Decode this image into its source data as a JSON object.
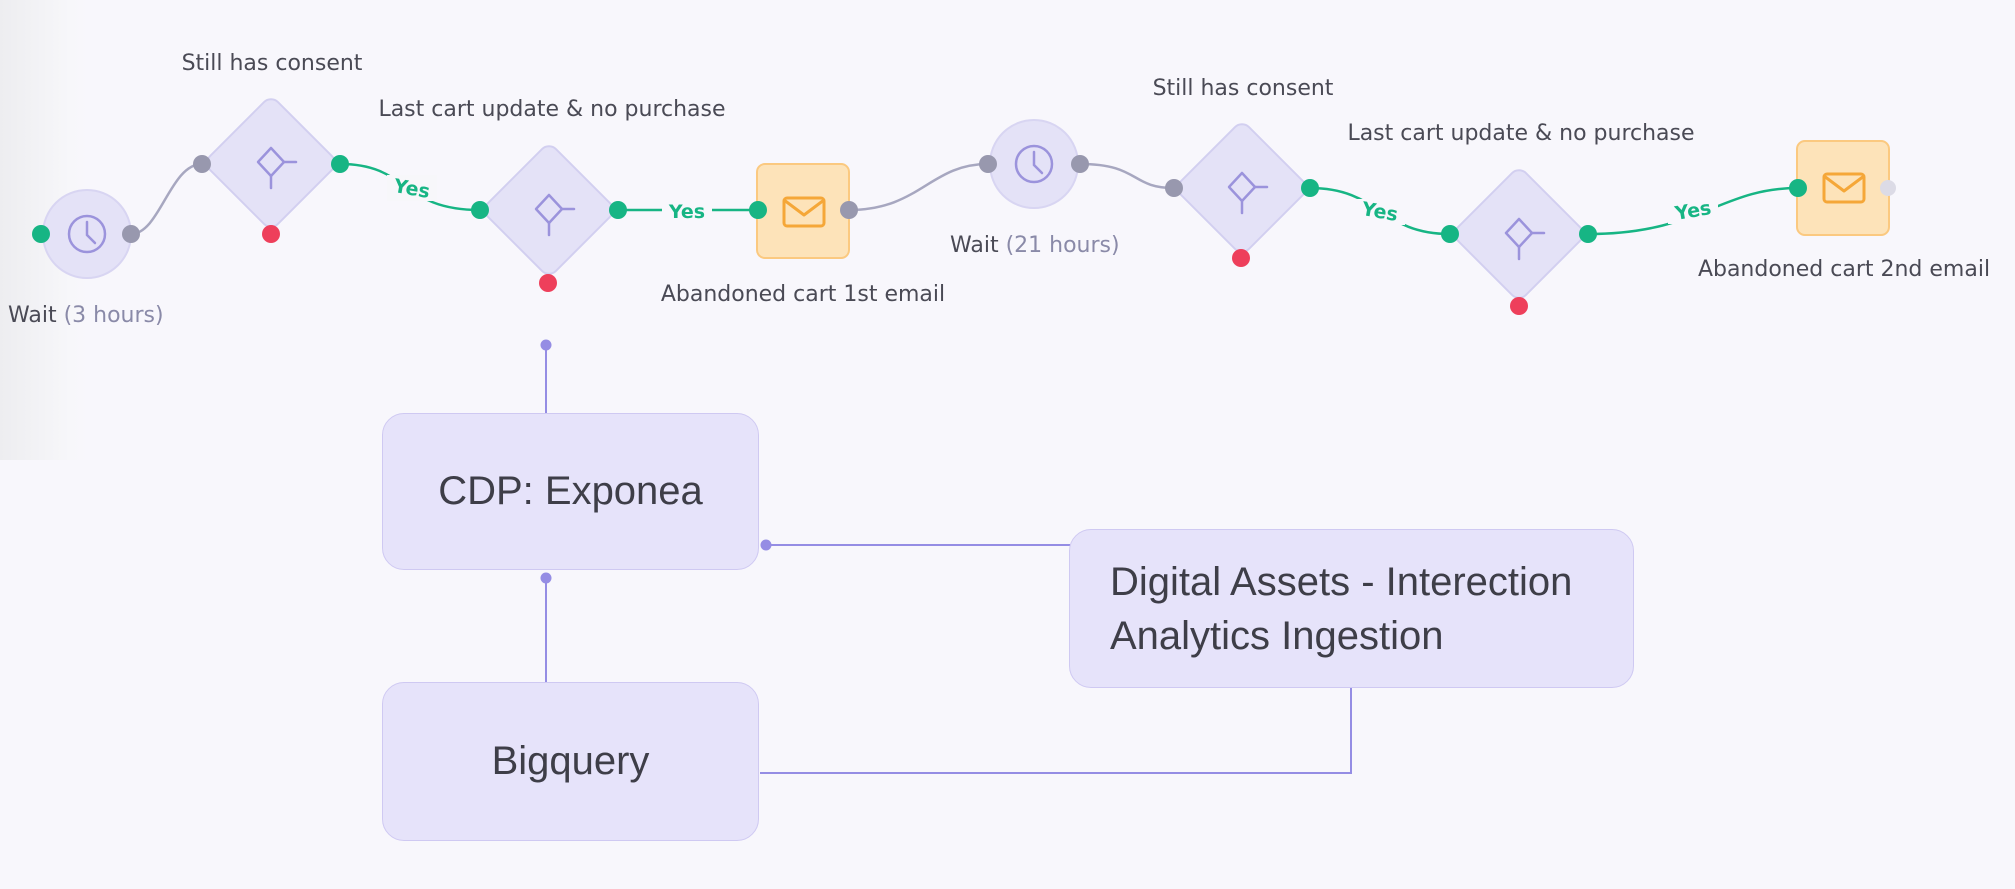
{
  "flow": {
    "steps": [
      {
        "kind": "wait",
        "label": "Wait",
        "detail": "(3 hours)"
      },
      {
        "kind": "condition",
        "label": "Still has consent"
      },
      {
        "kind": "condition",
        "label": "Last cart update & no purchase"
      },
      {
        "kind": "email",
        "label": "Abandoned cart 1st email"
      },
      {
        "kind": "wait",
        "label": "Wait",
        "detail": "(21 hours)"
      },
      {
        "kind": "condition",
        "label": "Still has consent"
      },
      {
        "kind": "condition",
        "label": "Last cart update & no purchase"
      },
      {
        "kind": "email",
        "label": "Abandoned cart 2nd email"
      }
    ],
    "yes_label": "Yes"
  },
  "architecture": {
    "cdp": "CDP: Exponea",
    "digital_assets_line1": "Digital Assets - Interection",
    "digital_assets_line2": "Analytics Ingestion",
    "bigquery": "Bigquery"
  },
  "colors": {
    "node_fill": "#e4e2f7",
    "node_stroke": "#d2cff0",
    "icon_stroke": "#9b93dc",
    "email_fill": "#fde3b9",
    "email_stroke": "#fbc980",
    "email_icon": "#f5a738",
    "yes_green": "#17b584",
    "no_red": "#ee3f5b",
    "neutral_dot": "#9898ae",
    "gray_line": "#a7a7c0",
    "connector": "#958de4"
  }
}
